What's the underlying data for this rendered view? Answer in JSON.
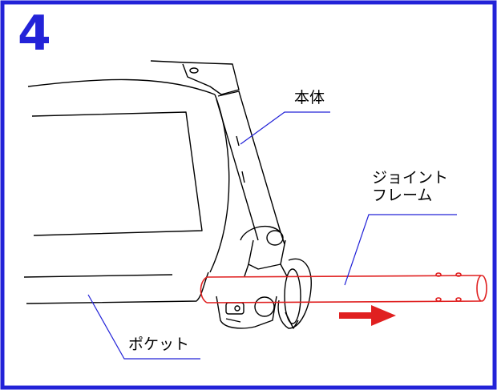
{
  "step_number": "4",
  "labels": {
    "body": "本体",
    "joint_frame_line1": "ジョイント",
    "joint_frame_line2": "フレーム",
    "pocket": "ポケット"
  },
  "colors": {
    "border": "#2323d8",
    "leader_lines": "#2323d8",
    "joint_frame": "#e02020",
    "arrow": "#e02020"
  },
  "icons": {
    "direction_arrow": "arrow-right-icon"
  }
}
